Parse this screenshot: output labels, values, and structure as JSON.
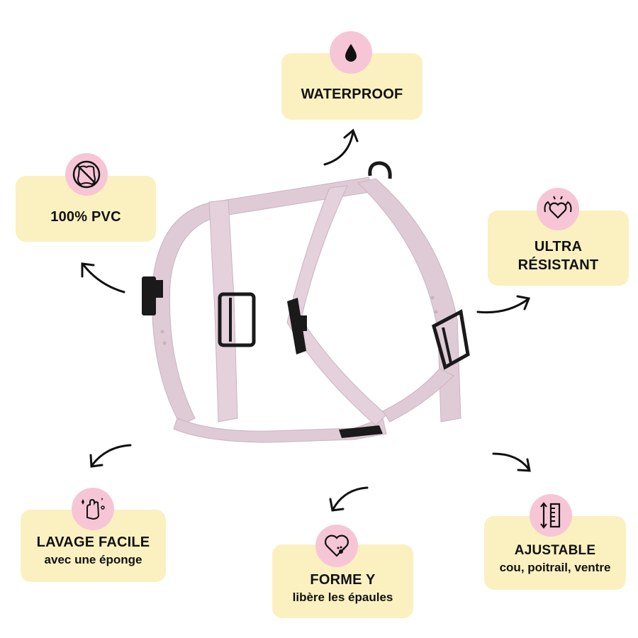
{
  "features": {
    "waterproof": {
      "title": "WATERPROOF",
      "icon": "water-drop-icon"
    },
    "pvc": {
      "title": "100% PVC",
      "icon": "no-leather-icon"
    },
    "resistant": {
      "title_line1": "ULTRA",
      "title_line2": "RÉSISTANT",
      "icon": "strong-heart-icon"
    },
    "washing": {
      "title": "LAVAGE FACILE",
      "subtitle": "avec une éponge",
      "icon": "washing-hand-icon"
    },
    "shape": {
      "title": "FORME Y",
      "subtitle": "libère les épaules",
      "icon": "heart-paw-icon"
    },
    "adjustable": {
      "title": "AJUSTABLE",
      "subtitle": "cou, poitrail, ventre",
      "icon": "adjust-ruler-icon"
    }
  },
  "colors": {
    "card_bg": "#fbf1c0",
    "badge_bg": "#f6c6d6",
    "harness": "#dfcbd6",
    "buckle": "#1a1a1a"
  }
}
